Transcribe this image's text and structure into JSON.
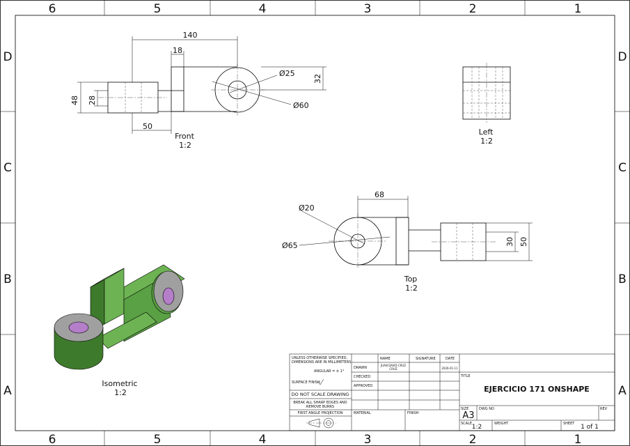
{
  "zones": {
    "cols": [
      "6",
      "5",
      "4",
      "3",
      "2",
      "1"
    ],
    "rows": [
      "D",
      "C",
      "B",
      "A"
    ]
  },
  "views": {
    "front": {
      "name": "Front",
      "scale": "1:2"
    },
    "left": {
      "name": "Left",
      "scale": "1:2"
    },
    "top": {
      "name": "Top",
      "scale": "1:2"
    },
    "iso": {
      "name": "Isometric",
      "scale": "1:2"
    }
  },
  "dims": {
    "front": {
      "d140": "140",
      "d18": "18",
      "d32": "32",
      "d25": "Ø25",
      "d60": "Ø60",
      "d48": "48",
      "d28": "28",
      "d50": "50"
    },
    "top": {
      "d68": "68",
      "d20": "Ø20",
      "d65": "Ø65",
      "d30": "30",
      "d50": "50"
    }
  },
  "title_block": {
    "notes": {
      "line1": "UNLESS OTHERWISE SPECIFIED,",
      "line2": "DIMENSIONS ARE IN MILLIMETERS",
      "angular": "ANGULAR = ± 1°",
      "surface_finish": "SURFACE FINISH",
      "do_not_scale": "DO NOT SCALE DRAWING",
      "burrs1": "BREAK ALL SHARP EDGES AND",
      "burrs2": "REMOVE BURRS",
      "projection": "FIRST ANGLE PROJECTION"
    },
    "headers": {
      "name": "NAME",
      "signature": "SIGNATURE",
      "date": "DATE"
    },
    "rows": {
      "drawn": "DRAWN",
      "checked": "CHECKED",
      "approved": "APPROVED"
    },
    "drawn_by1": "JUAN DAVID CRUZ",
    "drawn_by2": "CRUZ",
    "drawn_date": "2026-01-11",
    "material": "MATERIAL",
    "finish": "FINISH",
    "title_label": "TITLE",
    "title": "EJERCICIO 171 ONSHAPE",
    "size_label": "SIZE",
    "size": "A3",
    "dwg_no_label": "DWG NO",
    "rev_label": "REV",
    "scale_label": "SCALE",
    "scale": "1:2",
    "weight_label": "WEIGHT",
    "sheet_label": "SHEET",
    "sheet": "1 of 1"
  },
  "colors": {
    "iso_green": "#6db354",
    "iso_dark": "#3e7a2c",
    "iso_hole": "#b47ec9",
    "iso_boss": "#a0a0a0"
  }
}
